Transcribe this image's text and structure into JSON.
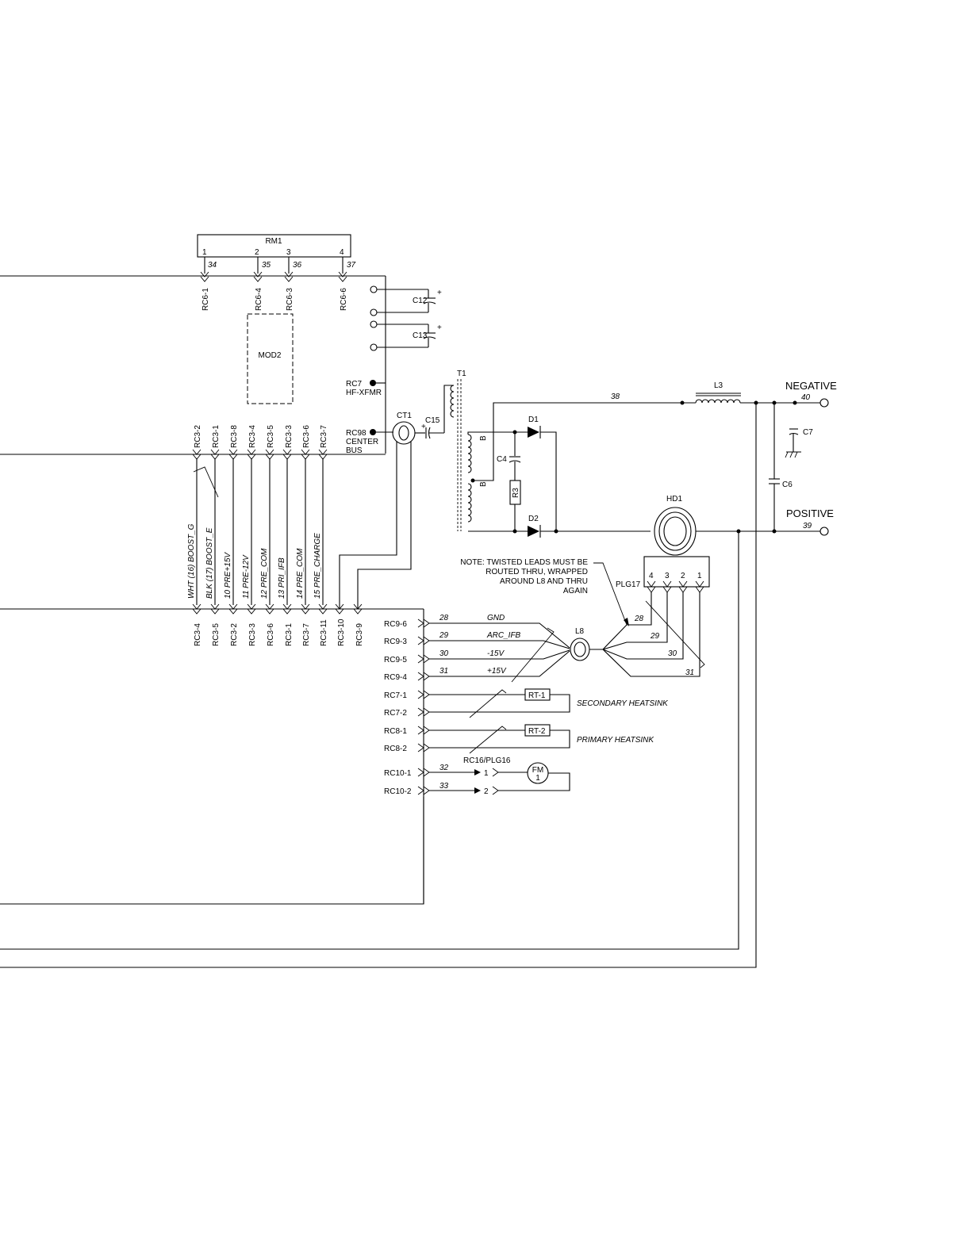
{
  "rm1": {
    "name": "RM1",
    "pins": [
      "1",
      "2",
      "3",
      "4"
    ]
  },
  "rc6": {
    "labels": [
      "RC6-1",
      "RC6-4",
      "RC6-3",
      "RC6-6"
    ],
    "wires": [
      "34",
      "35",
      "36",
      "37"
    ]
  },
  "mod2": "MOD2",
  "caps": {
    "c12": "C12",
    "c13": "C13",
    "c15": "C15",
    "c4": "C4",
    "c7": "C7",
    "c6": "C6",
    "plus": "+"
  },
  "rc7": {
    "name": "RC7",
    "desc": "HF-XFMR"
  },
  "rc98": {
    "name": "RC98",
    "desc1": "CENTER",
    "desc2": "BUS"
  },
  "ct1": "CT1",
  "t1": "T1",
  "b": "B",
  "d1": "D1",
  "d2": "D2",
  "r3": "R3",
  "l3": "L3",
  "wire38": "38",
  "negative": {
    "label": "NEGATIVE",
    "wire": "40"
  },
  "positive": {
    "label": "POSITIVE",
    "wire": "39"
  },
  "hd1": "HD1",
  "plg17": {
    "name": "PLG17",
    "pins": [
      "4",
      "3",
      "2",
      "1"
    ]
  },
  "rc3_top": [
    "RC3-2",
    "RC3-1",
    "RC3-8",
    "RC3-4",
    "RC3-5",
    "RC3-3",
    "RC3-6",
    "RC3-7"
  ],
  "rc3_bottom": [
    "RC3-4",
    "RC3-5",
    "RC3-2",
    "RC3-3",
    "RC3-6",
    "RC3-1",
    "RC3-7",
    "RC3-11",
    "RC3-10",
    "RC3-9"
  ],
  "signals": [
    "WHT (16) BOOST_G",
    "BLK (17) BOOST_E",
    "10  PRE+15V",
    "11  PRE-12V",
    "12  PRE_COM",
    "13  PRI_IFB",
    "14  PRE_COM",
    "15  PRE_CHARGE"
  ],
  "note": [
    "NOTE: TWISTED LEADS MUST BE",
    "ROUTED THRU, WRAPPED",
    "AROUND L8 AND THRU",
    "AGAIN"
  ],
  "rc9": [
    {
      "label": "RC9-6",
      "wire": "28",
      "sig": "GND"
    },
    {
      "label": "RC9-3",
      "wire": "29",
      "sig": "ARC_IFB"
    },
    {
      "label": "RC9-5",
      "wire": "30",
      "sig": "-15V"
    },
    {
      "label": "RC9-4",
      "wire": "31",
      "sig": "+15V"
    }
  ],
  "l8": "L8",
  "plg_wires": [
    "28",
    "29",
    "30",
    "31"
  ],
  "rc7_pins": [
    "RC7-1",
    "RC7-2"
  ],
  "rt1": "RT-1",
  "secondary": "SECONDARY HEATSINK",
  "rc8_pins": [
    "RC8-1",
    "RC8-2"
  ],
  "rt2": "RT-2",
  "primary": "PRIMARY HEATSINK",
  "rc16": "RC16/PLG16",
  "rc10": [
    {
      "label": "RC10-1",
      "wire": "32",
      "pin": "1"
    },
    {
      "label": "RC10-2",
      "wire": "33",
      "pin": "2"
    }
  ],
  "fm": {
    "name": "FM",
    "num": "1"
  }
}
